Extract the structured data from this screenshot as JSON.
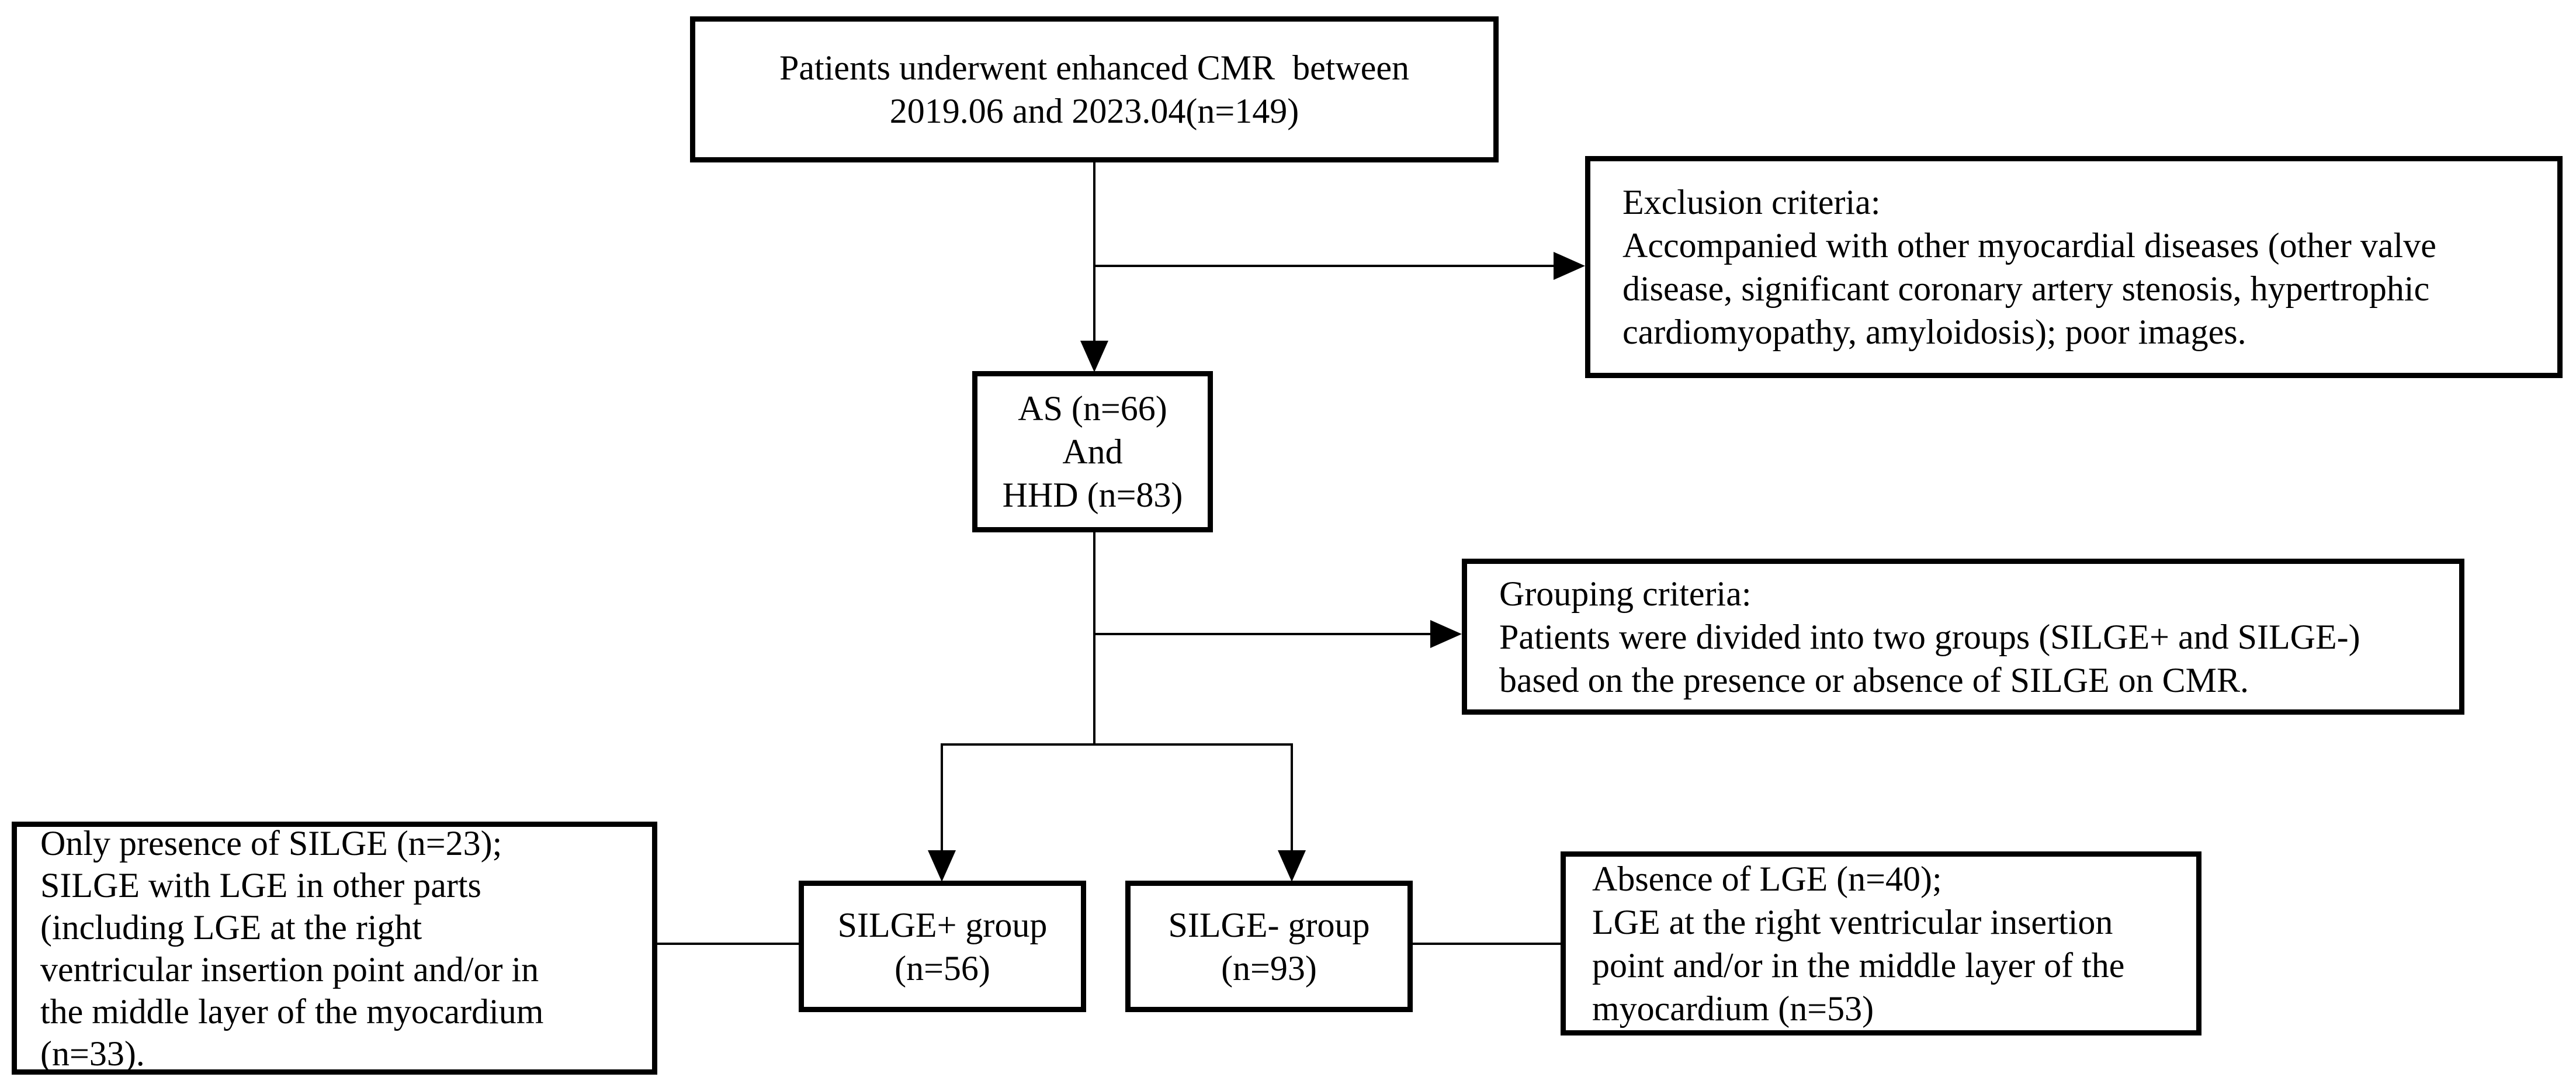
{
  "diagram": {
    "title": "Patient selection and grouping flowchart",
    "colors": {
      "background": "#ffffff",
      "box_border": "#000000",
      "line": "#000000",
      "text": "#000000"
    },
    "boxes": {
      "enrollment": {
        "text": "Patients underwent enhanced CMR  between\n2019.06 and 2023.04(n=149)"
      },
      "exclusion": {
        "text": "Exclusion criteria:\nAccompanied with other myocardial diseases (other valve\ndisease, significant coronary artery stenosis, hypertrophic\ncardiomyopathy, amyloidosis); poor images."
      },
      "cohort": {
        "text": "AS (n=66)\nAnd\nHHD (n=83)"
      },
      "grouping": {
        "text": "Grouping criteria:\nPatients were divided into two groups (SILGE+ and SILGE-)\nbased on the presence or absence of SILGE on CMR."
      },
      "silge_plus_detail": {
        "text": "Only presence of SILGE (n=23);\nSILGE with LGE in other parts\n(including LGE at the right\nventricular insertion point and/or in\nthe middle layer of the myocardium\n(n=33)."
      },
      "silge_plus": {
        "text": "SILGE+ group\n(n=56)"
      },
      "silge_minus": {
        "text": "SILGE- group\n(n=93)"
      },
      "silge_minus_detail": {
        "text": "Absence of LGE (n=40);\nLGE at the right ventricular insertion\npoint and/or in the middle layer of the\nmyocardium (n=53)"
      }
    }
  }
}
